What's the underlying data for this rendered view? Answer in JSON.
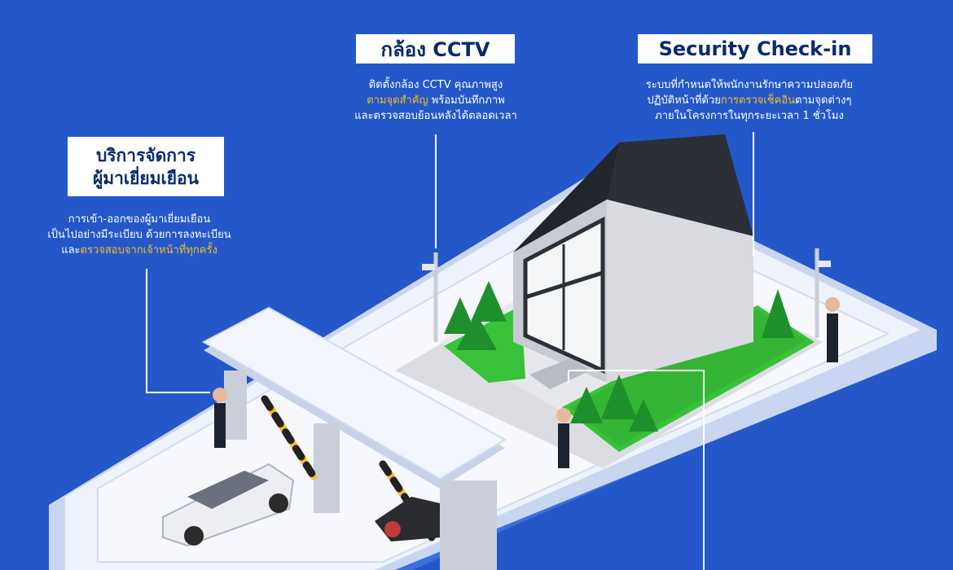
{
  "colors": {
    "background": "#2458c9",
    "highlight": "#f7b928",
    "label_text": "#0b2a6e",
    "platform": "#e9eef8",
    "lawn": "#38c23a",
    "roof": "#2c2f36",
    "house_wall": "#d9dbe0"
  },
  "visitor": {
    "title_line1": "บริการจัดการ",
    "title_line2": "ผู้มาเยี่ยมเยือน",
    "desc_line1": "การเข้า-ออกของผู้มาเยี่ยมเยือน",
    "desc_line2": "เป็นไปอย่างมีระเบียบ ด้วยการลงทะเบียน",
    "desc_line3_pre": "และ",
    "desc_line3_hl": "ตรวจสอบจากเจ้าหน้าที่ทุกครั้ง"
  },
  "cctv": {
    "title": "กล้อง CCTV",
    "desc_line1": "ติดตั้งกล้อง CCTV คุณภาพสูง",
    "desc_line2_hl": "ตามจุดสำคัญ",
    "desc_line2_post": " พร้อมบันทึกภาพ",
    "desc_line3": "และตรวจสอบย้อนหลังได้ตลอดเวลา"
  },
  "security": {
    "title": "Security Check-in",
    "desc_line1": "ระบบที่กำหนดให้พนักงานรักษาความปลอดภัย",
    "desc_line2_pre": "ปฏิบัติหน้าที่ด้วย",
    "desc_line2_hl": "การตรวจเช็คอิน",
    "desc_line2_post": "ตามจุดต่างๆ",
    "desc_line3": "ภายในโครงการในทุกระยะเวลา 1 ชั่วโมง"
  }
}
